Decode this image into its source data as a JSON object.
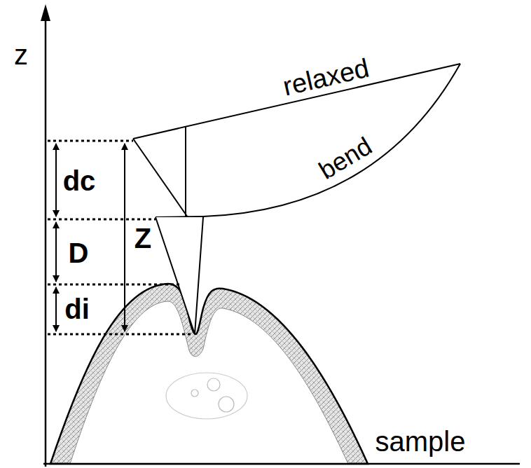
{
  "diagram": {
    "labels": [
      "z",
      "relaxed",
      "bend",
      "dc",
      "D",
      "Z",
      "di",
      "sample"
    ]
  }
}
